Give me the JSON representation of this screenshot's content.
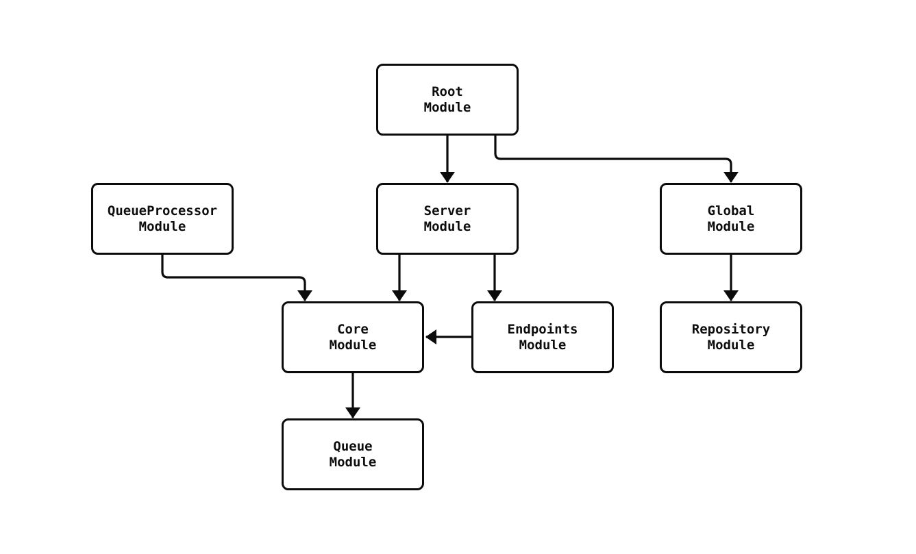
{
  "diagram": {
    "type": "module-dependency-diagram",
    "nodes": {
      "root": {
        "line1": "Root",
        "line2": "Module"
      },
      "queue_processor": {
        "line1": "QueueProcessor",
        "line2": "Module"
      },
      "server": {
        "line1": "Server",
        "line2": "Module"
      },
      "global": {
        "line1": "Global",
        "line2": "Module"
      },
      "core": {
        "line1": "Core",
        "line2": "Module"
      },
      "endpoints": {
        "line1": "Endpoints",
        "line2": "Module"
      },
      "repository": {
        "line1": "Repository",
        "line2": "Module"
      },
      "queue": {
        "line1": "Queue",
        "line2": "Module"
      }
    },
    "edges": [
      {
        "from": "Root Module",
        "to": "Server Module"
      },
      {
        "from": "Root Module",
        "to": "Global Module"
      },
      {
        "from": "QueueProcessor Module",
        "to": "Core Module"
      },
      {
        "from": "Server Module",
        "to": "Core Module"
      },
      {
        "from": "Server Module",
        "to": "Endpoints Module"
      },
      {
        "from": "Endpoints Module",
        "to": "Core Module"
      },
      {
        "from": "Global Module",
        "to": "Repository Module"
      },
      {
        "from": "Core Module",
        "to": "Queue Module"
      }
    ],
    "colors": {
      "node_border": "#0b0b0b",
      "node_fill": "#ffffff",
      "edge_stroke": "#0b0b0b",
      "background": "#ffffff",
      "text": "#0d0d0d"
    }
  }
}
